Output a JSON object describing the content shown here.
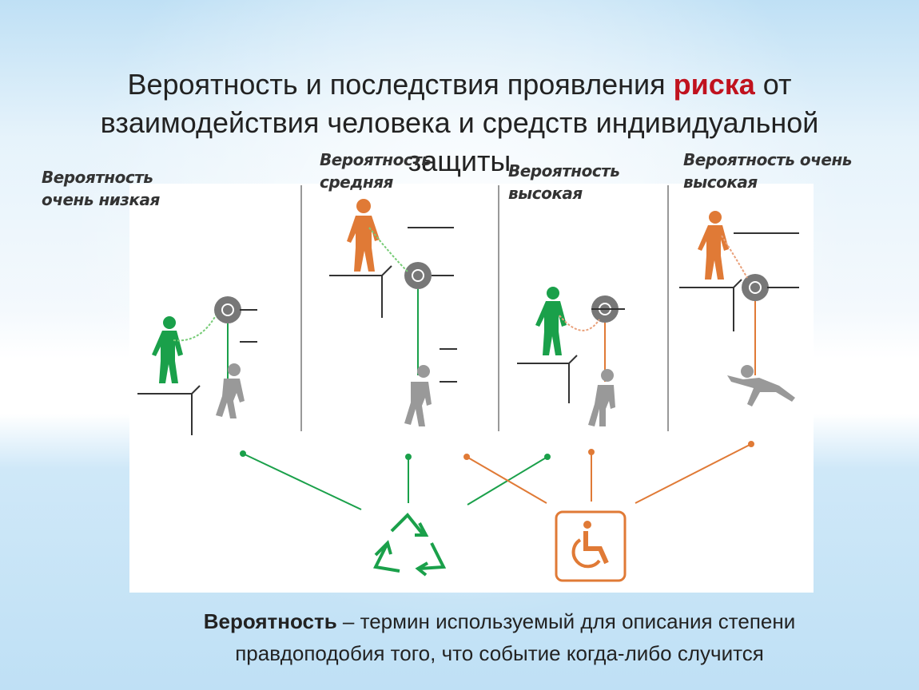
{
  "title": {
    "part1": "Вероятность и последствия проявления ",
    "highlight": "риска",
    "part2": " от взаимодействия человека и средств индивидуальной защиты"
  },
  "levels": [
    {
      "label": "Вероятность очень низкая"
    },
    {
      "label": "Вероятность средняя"
    },
    {
      "label": "Вероятность высокая"
    },
    {
      "label": "Вероятность очень высокая"
    }
  ],
  "outcomes": [
    {
      "icon": "recycle-icon"
    },
    {
      "icon": "wheelchair-icon"
    }
  ],
  "definition": {
    "term": "Вероятность",
    "rest": " – термин используемый для описания степени правдоподобия того, что событие когда-либо случится"
  },
  "colors": {
    "green": "#1aa04a",
    "orange": "#e07a36",
    "gray": "#8a8a8a",
    "risk": "#c0121e"
  }
}
